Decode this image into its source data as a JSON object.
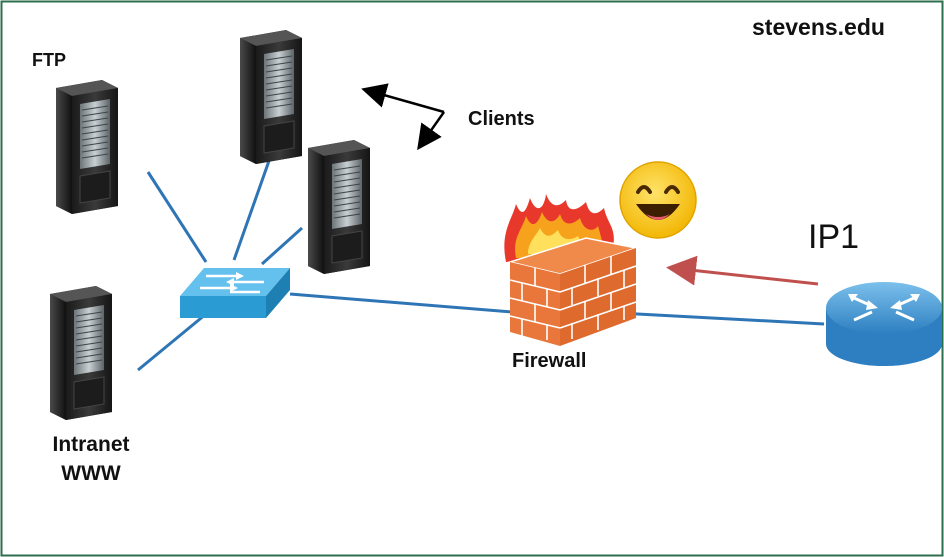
{
  "labels": {
    "domain": "stevens.edu",
    "ftp": "FTP",
    "clients": "Clients",
    "firewall": "Firewall",
    "intranet_line1": "Intranet",
    "intranet_line2": "WWW",
    "ip": "IP1"
  },
  "colors": {
    "border": "#2e6e4e",
    "link": "#2e75b6",
    "arrow_incoming": "#c0504d",
    "annotation_arrow": "#000000",
    "switch": "#2b9bd3",
    "router": "#3f97d5",
    "brick": "#e9763a",
    "flame": "#e8382c",
    "smiley": "#f7c21b"
  },
  "icons": {
    "server": "server-tower-icon",
    "switch": "network-switch-icon",
    "router": "router-icon",
    "firewall": "brick-firewall-icon",
    "smiley": "happy-face-icon"
  }
}
